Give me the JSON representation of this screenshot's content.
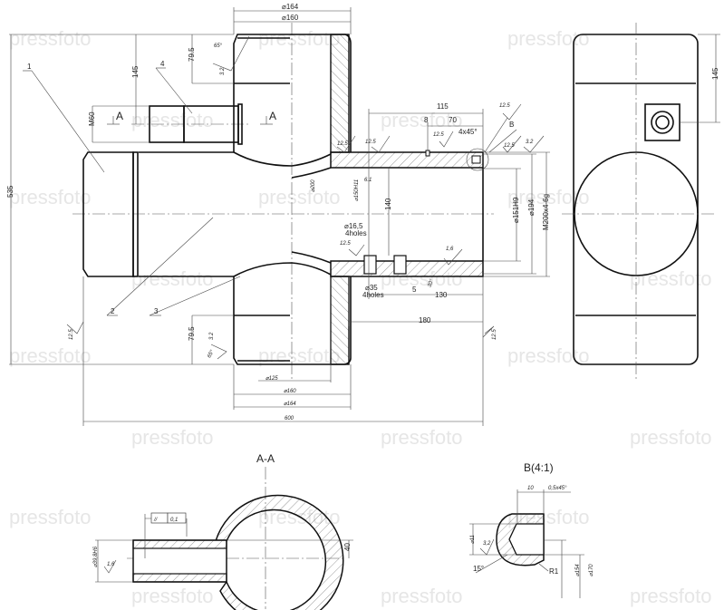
{
  "watermark": "pressfoto",
  "main_view": {
    "dims": {
      "d164_top": "⌀164",
      "d160_top": "⌀160",
      "angle_top": "65°",
      "rough_top": "3.2",
      "h79_top": "79.5",
      "h145": "145",
      "m60": "M60",
      "h535": "535",
      "d200": "⌀200",
      "d150": "⌀150H11",
      "rough_a": "12.5",
      "rough_b": "12.5",
      "rough_c": "6.1",
      "d115": "115",
      "d8": "8",
      "d70": "70",
      "chamfer": "4x45°",
      "rough_d": "12.5",
      "rough_e": "12.5",
      "detail_b": "B",
      "rough_f": "12.5",
      "rough_g": "3.2",
      "d140": "140",
      "d151": "⌀151H9",
      "d194": "⌀194",
      "m200": "M200x4-6g",
      "d16_5": "⌀16,5",
      "holes_a": "4holes",
      "rough_h": "12.5",
      "rough_i": "1,6",
      "d35": "⌀35",
      "holes_b": "4holes",
      "d5": "5",
      "angle_30": "30°",
      "d130": "130",
      "d180": "180",
      "h79_bot": "79.5",
      "rough_bot": "3.2",
      "angle_bot": "65°",
      "d125": "⌀125",
      "d160_bot": "⌀160",
      "d164_bot": "⌀164",
      "d600": "600",
      "rough_left": "12.5",
      "rough_right": "12.5"
    },
    "section_marks": [
      "A",
      "A"
    ],
    "part_numbers": [
      "1",
      "4",
      "2",
      "3"
    ]
  },
  "side_view": {
    "h145": "145"
  },
  "section_aa": {
    "title": "A-A",
    "d39": "⌀39,8H6",
    "rough": "1,6",
    "tol_symbol": "//",
    "tol_value": "0,1",
    "d40": "40"
  },
  "detail_b": {
    "title": "B(4:1)",
    "d10": "10",
    "chamfer": "0,5x45°",
    "d11": "⌀11",
    "rough": "3,2",
    "angle": "15°",
    "r1": "R1",
    "d154": "⌀154",
    "d170": "⌀170"
  }
}
